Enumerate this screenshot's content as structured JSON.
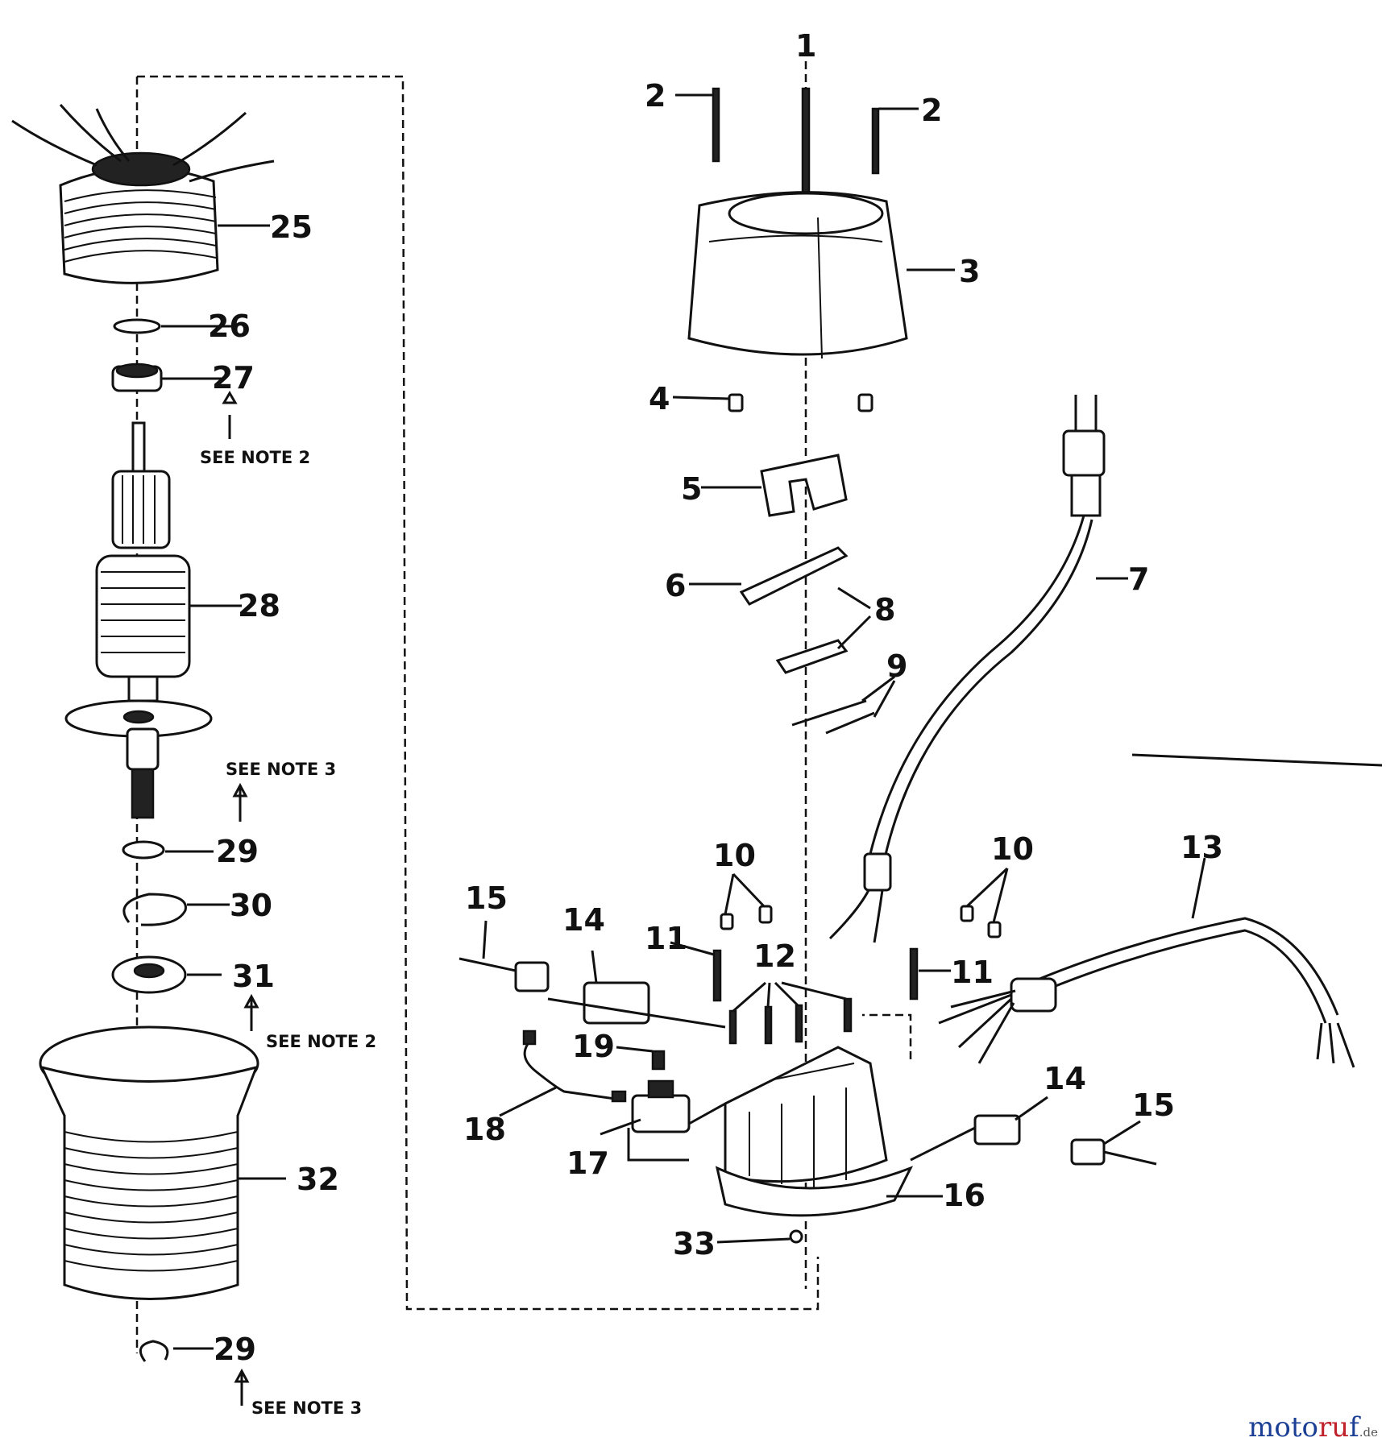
{
  "callouts": {
    "c1": "1",
    "c2a": "2",
    "c2b": "2",
    "c3": "3",
    "c4": "4",
    "c5": "5",
    "c6": "6",
    "c7": "7",
    "c8": "8",
    "c9": "9",
    "c10a": "10",
    "c10b": "10",
    "c11a": "11",
    "c11b": "11",
    "c12": "12",
    "c13": "13",
    "c14a": "14",
    "c14b": "14",
    "c15a": "15",
    "c15b": "15",
    "c16": "16",
    "c17": "17",
    "c18": "18",
    "c19": "19",
    "c25": "25",
    "c26": "26",
    "c27": "27",
    "c28": "28",
    "c29a": "29",
    "c29b": "29",
    "c30": "30",
    "c31": "31",
    "c32": "32",
    "c33": "33"
  },
  "notes": {
    "n1": "SEE NOTE 2",
    "n2": "SEE NOTE 3",
    "n3": "SEE NOTE 2",
    "n4": "SEE NOTE 3"
  },
  "watermark": {
    "part1": "moto",
    "part2": "ru",
    "part3": "f",
    "suffix": ".de"
  }
}
